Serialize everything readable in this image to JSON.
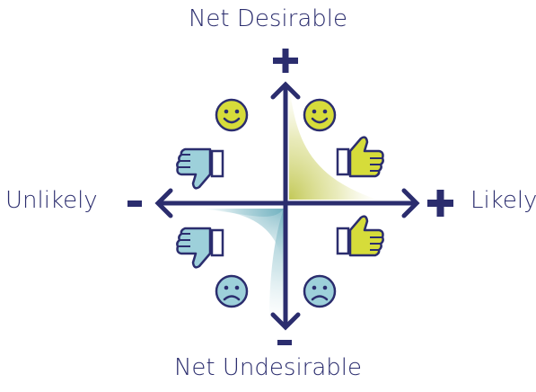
{
  "axes": {
    "top": {
      "label": "Net Desirable",
      "sign": "+"
    },
    "bottom": {
      "label": "Net Undesirable",
      "sign": "-"
    },
    "left": {
      "label": "Unlikely",
      "sign": "-"
    },
    "right": {
      "label": "Likely",
      "sign": "+"
    }
  },
  "quadrants": {
    "top_left": [
      "smiley-face-icon",
      "thumbs-down-icon"
    ],
    "top_right": [
      "smiley-face-icon",
      "thumbs-up-icon"
    ],
    "bottom_left": [
      "thumbs-down-icon",
      "sad-face-icon"
    ],
    "bottom_right": [
      "thumbs-up-icon",
      "sad-face-icon"
    ]
  },
  "colors": {
    "axis": "#2b2d6e",
    "positive": "#d6dc3a",
    "negative": "#9dd0da",
    "positive_shade": "#c9cc5a",
    "negative_shade": "#8fbfc9"
  }
}
